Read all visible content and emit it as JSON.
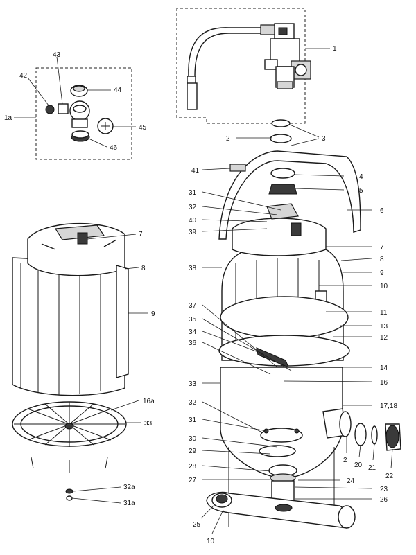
{
  "callouts": [
    "1",
    "1a",
    "2",
    "3",
    "4",
    "5",
    "6",
    "7",
    "8",
    "9",
    "10",
    "11",
    "12",
    "13",
    "14",
    "16",
    "17,18",
    "2",
    "20",
    "21",
    "22",
    "24",
    "23",
    "26",
    "25",
    "10",
    "27",
    "28",
    "29",
    "30",
    "31",
    "32",
    "33",
    "36",
    "34",
    "35",
    "37",
    "38",
    "39",
    "40",
    "31",
    "32",
    "41",
    "42",
    "43",
    "44",
    "45",
    "46",
    "7",
    "8",
    "9",
    "16a",
    "33",
    "32a",
    "31a"
  ]
}
